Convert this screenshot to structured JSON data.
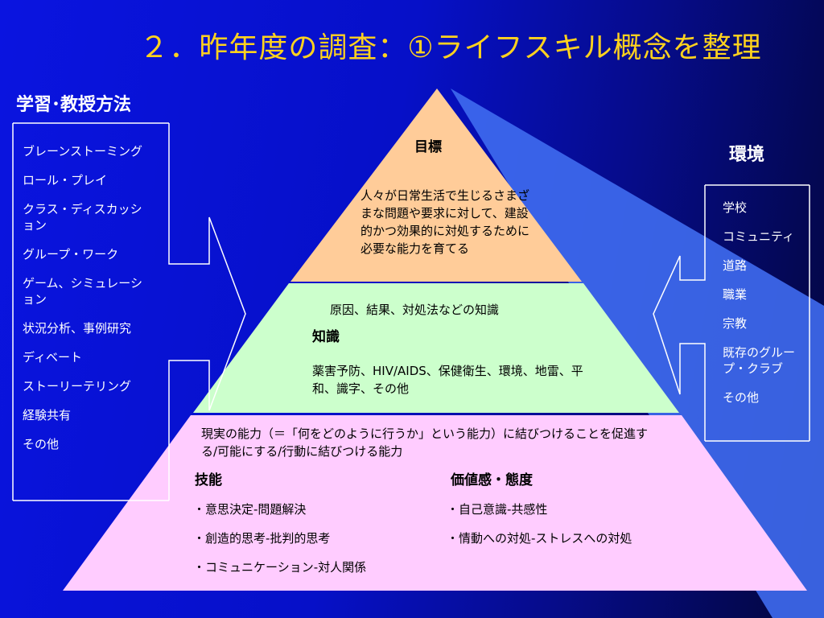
{
  "title": "２．昨年度の調査：①ライフスキル概念を整理",
  "left_panel": {
    "heading": "学習･教授方法",
    "items": [
      "ブレーンストーミング",
      "ロール・プレイ",
      "クラス・ディスカッション",
      "グループ・ワーク",
      "ゲーム、シミュレーション",
      "状況分析、事例研究",
      "ディベート",
      "ストーリーテリング",
      "経験共有",
      "その他"
    ]
  },
  "right_panel": {
    "heading": "環境",
    "items": [
      "学校",
      "コミュニティ",
      "道路",
      "職業",
      "宗教",
      "既存のグループ・クラブ",
      "その他"
    ]
  },
  "pyramid": {
    "top": {
      "label": "目標",
      "text": "人々が日常生活で生じるさまざまな問題や要求に対して、建設的かつ効果的に対処するために必要な能力を育てる",
      "color": "#ffcc99"
    },
    "middle": {
      "subtitle": "原因、結果、対処法などの知識",
      "label": "知識",
      "text": "薬害予防、HIV/AIDS、保健衛生、環境、地雷、平和、識字、その他",
      "color": "#ccffcc"
    },
    "bottom": {
      "subtitle": "現実の能力（＝「何をどのように行うか」という能力）に結びつけることを促進する/可能にする/行動に結びつける能力",
      "skills_label": "技能",
      "skills": [
        "・意思決定-問題解決",
        "・創造的思考-批判的思考",
        "・コミュニケーション-対人関係"
      ],
      "values_label": "価値感・態度",
      "values": [
        "・自己意識-共感性",
        "・情動への対処-ストレスへの対処"
      ],
      "color": "#ffccff"
    }
  },
  "colors": {
    "title": "#ffd21e",
    "beam": "#3f6cf0",
    "bracket": "#ffffff"
  }
}
